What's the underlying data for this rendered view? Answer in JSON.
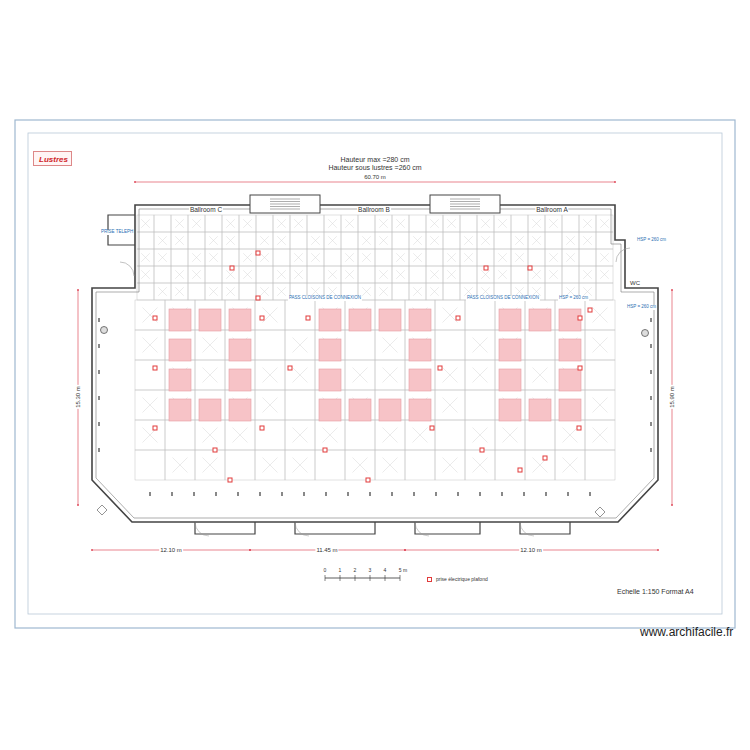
{
  "diagram": {
    "nodes": [
      {
        "text": [
          "Lustres"
        ]
      }
    ],
    "labels": [
      "Hauteur max =280 cm",
      "Hauteur sous lustres =260 cm",
      "60.70 m",
      "Ballroom C",
      "Ballroom B",
      "Ballroom A",
      "WC",
      "15.30 m",
      "15.90 m",
      "12.10 m",
      "11.45 m",
      "12.10 m",
      "0",
      "1",
      "2",
      "3",
      "4",
      "5 m",
      "Echelle 1:150 Format A4",
      "www.archifacile.fr",
      "PASS CLOISONS DE CONNEXION",
      "PASS CLOISONS DE CONNEXION",
      "HSP = 260 cm",
      "HSP = 260 cm",
      "HSP = 260 cm",
      "PRISE TELEPH"
    ],
    "legend": [
      {
        "text": "prise électrique plafond",
        "color": "#e23b3b"
      }
    ]
  }
}
